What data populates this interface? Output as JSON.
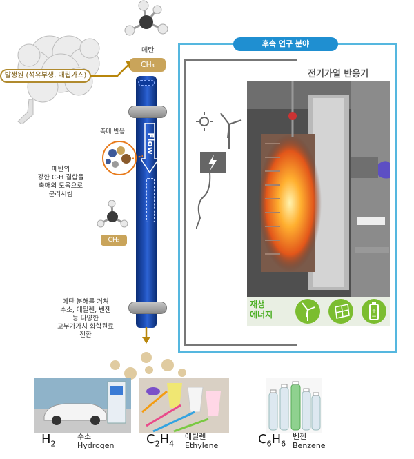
{
  "source": {
    "label": "발생원 (석유부생, 매립가스)"
  },
  "methane": {
    "label": "메탄",
    "formula": "CH₄"
  },
  "reactor": {
    "flow_label": "Flow"
  },
  "catalyst": {
    "label": "촉매 반응"
  },
  "notes": {
    "cleave": [
      "메탄의",
      "강한 C-H 결합을",
      "촉매의 도움으로",
      "분리시킴"
    ],
    "ch3": "CH₃",
    "conversion": [
      "메탄 분해를 거쳐",
      "수소, 에틸렌, 벤젠",
      "등 다양한",
      "고부가가치 화학원료",
      "전환"
    ]
  },
  "panel": {
    "title": "후속 연구 분야",
    "reactor_title": "전기가열 반응기",
    "renewable_label": [
      "재생",
      "에너지"
    ],
    "icons": [
      "wind-turbine-icon",
      "solar-panel-icon",
      "battery-icon"
    ]
  },
  "products": [
    {
      "formula_main": "H",
      "formula_sub": "2",
      "formula_main2": "",
      "formula_sub2": "",
      "name_ko": "수소",
      "name_en": "Hydrogen"
    },
    {
      "formula_main": "C",
      "formula_sub": "2",
      "formula_main2": "H",
      "formula_sub2": "4",
      "name_ko": "에틸렌",
      "name_en": "Ethylene"
    },
    {
      "formula_main": "C",
      "formula_sub": "6",
      "formula_main2": "H",
      "formula_sub2": "6",
      "name_ko": "벤젠",
      "name_en": "Benzene"
    }
  ],
  "colors": {
    "panel_border": "#55b7df",
    "panel_title_bg": "#1f8fd1",
    "reactor_blue": "#1f4fb8",
    "arrow_gold": "#b8860b",
    "renew_green": "#4caf24"
  }
}
